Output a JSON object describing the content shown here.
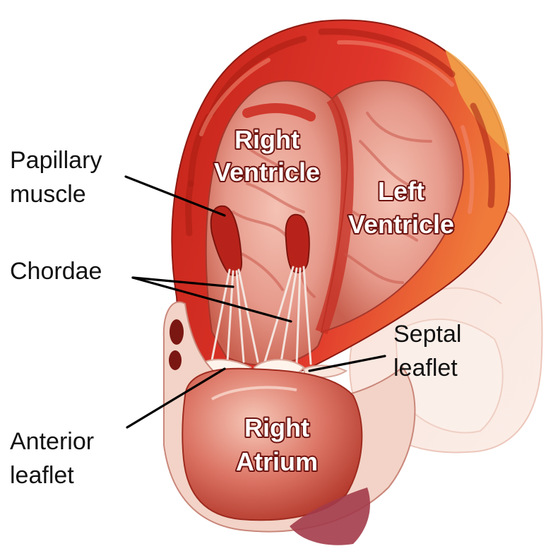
{
  "labels": {
    "papillary_muscle": [
      "Papillary",
      "muscle"
    ],
    "chordae": "Chordae",
    "septal_leaflet": [
      "Septal",
      "leaflet"
    ],
    "anterior_leaflet": [
      "Anterior",
      "leaflet"
    ],
    "right_ventricle": [
      "Right",
      "Ventricle"
    ],
    "left_ventricle": [
      "Left",
      "Ventricle"
    ],
    "right_atrium": [
      "Right",
      "Atrium"
    ]
  },
  "colors": {
    "myocardium": "#d8332a",
    "myocardium_dark": "#b7231a",
    "chamber": "#e9a396",
    "atrium": "#d96b5c",
    "leaflet": "#fff4ec",
    "faded_tissue": "#f7ddd4"
  }
}
